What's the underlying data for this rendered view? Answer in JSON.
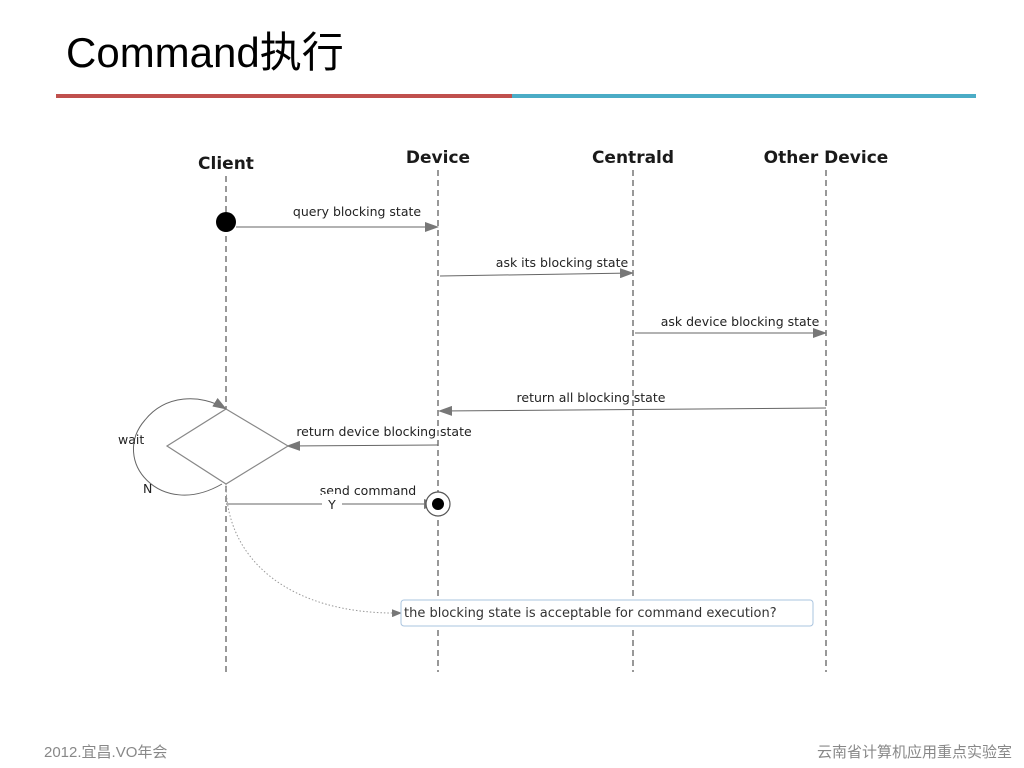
{
  "slide": {
    "title": "Command执行",
    "footer_left": "2012.宜昌.VO年会",
    "footer_right": "云南省计算机应用重点实验室"
  },
  "diagram": {
    "lanes": [
      "Client",
      "Device",
      "Centrald",
      "Other Device"
    ],
    "messages": {
      "query": "query blocking state",
      "ask_its": "ask its blocking state",
      "ask_device": "ask device blocking state",
      "return_all": "return all blocking state",
      "return_device": "return device blocking state",
      "send_command": "send command"
    },
    "labels": {
      "wait": "wait",
      "no": "N",
      "yes": "Y"
    },
    "note": "the blocking state is acceptable for command execution?"
  }
}
